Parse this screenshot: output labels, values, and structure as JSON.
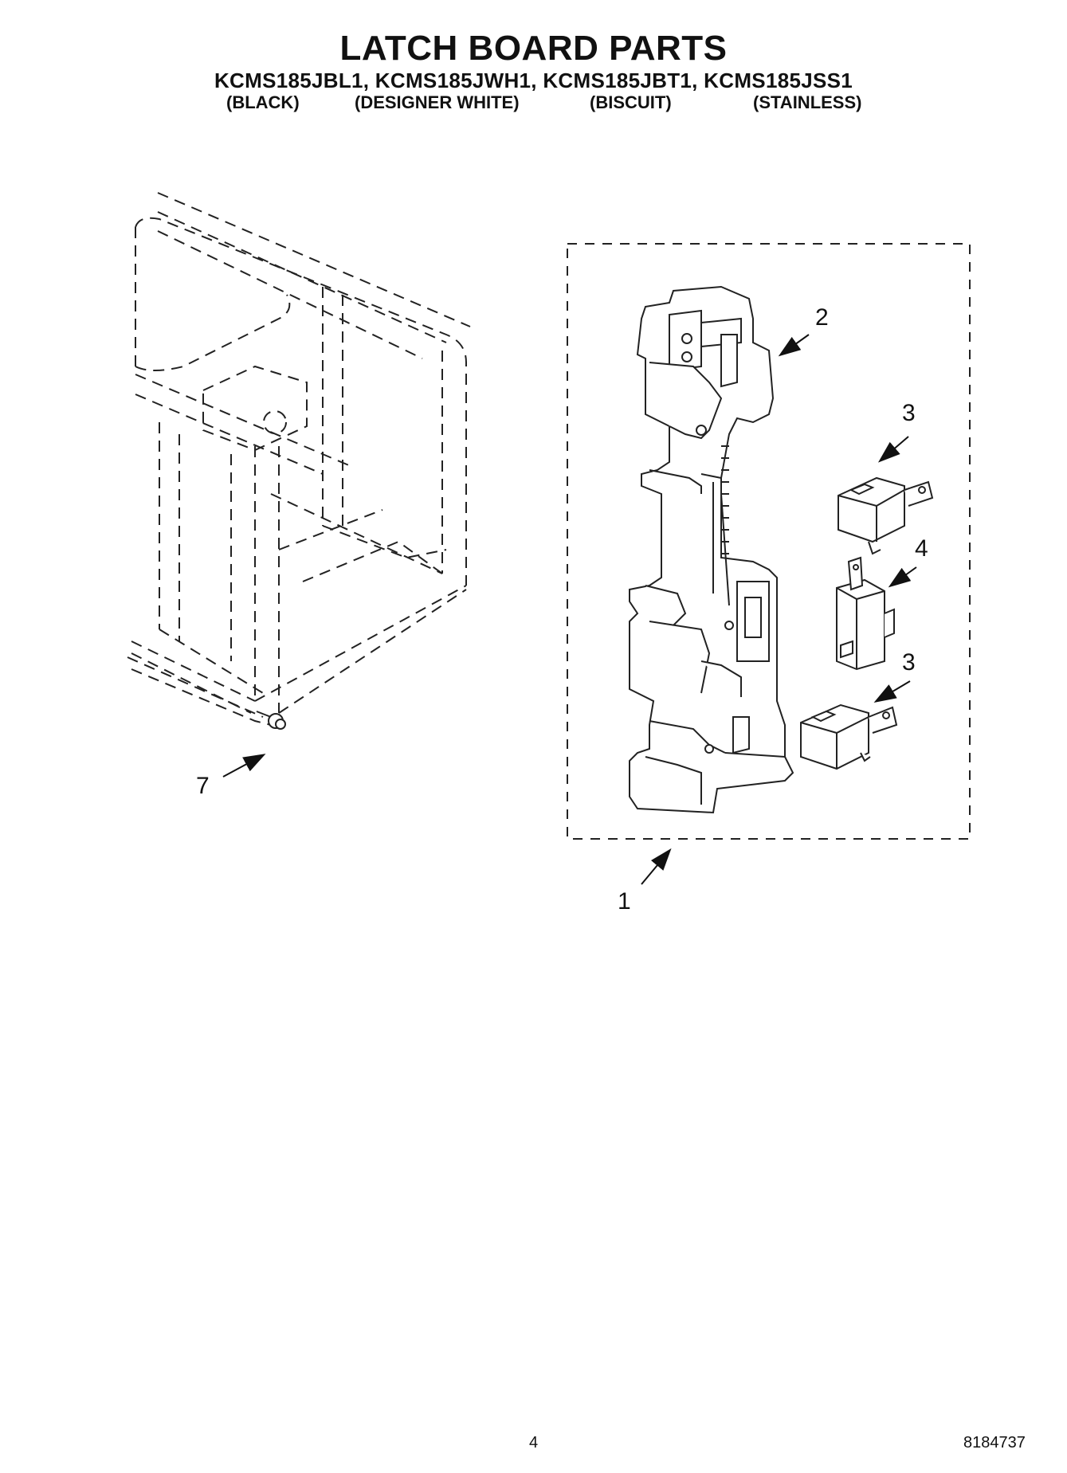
{
  "header": {
    "title": "LATCH BOARD PARTS",
    "models": "KCMS185JBL1, KCMS185JWH1, KCMS185JBT1, KCMS185JSS1",
    "colors": [
      "(BLACK)",
      "(DESIGNER WHITE)",
      "(BISCUIT)",
      "(STAINLESS)"
    ]
  },
  "callouts": {
    "latch_board_assembly": "1",
    "latch_board": "2",
    "switch_upper": "3",
    "switch_middle": "4",
    "switch_lower": "3",
    "screw": "7"
  },
  "footer": {
    "page_number": "4",
    "document_number": "8184737"
  }
}
